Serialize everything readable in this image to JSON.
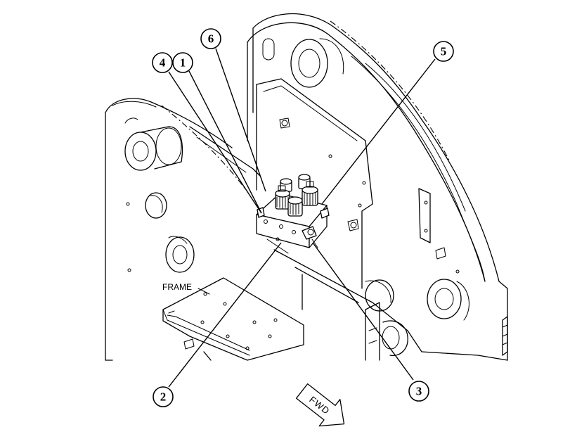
{
  "labels": {
    "frame": "FRAME",
    "fwd": "FWD"
  },
  "callouts": [
    {
      "id": "4",
      "text": "4"
    },
    {
      "id": "1",
      "text": "1"
    },
    {
      "id": "6",
      "text": "6"
    },
    {
      "id": "5",
      "text": "5"
    },
    {
      "id": "2",
      "text": "2"
    },
    {
      "id": "3",
      "text": "3"
    }
  ]
}
